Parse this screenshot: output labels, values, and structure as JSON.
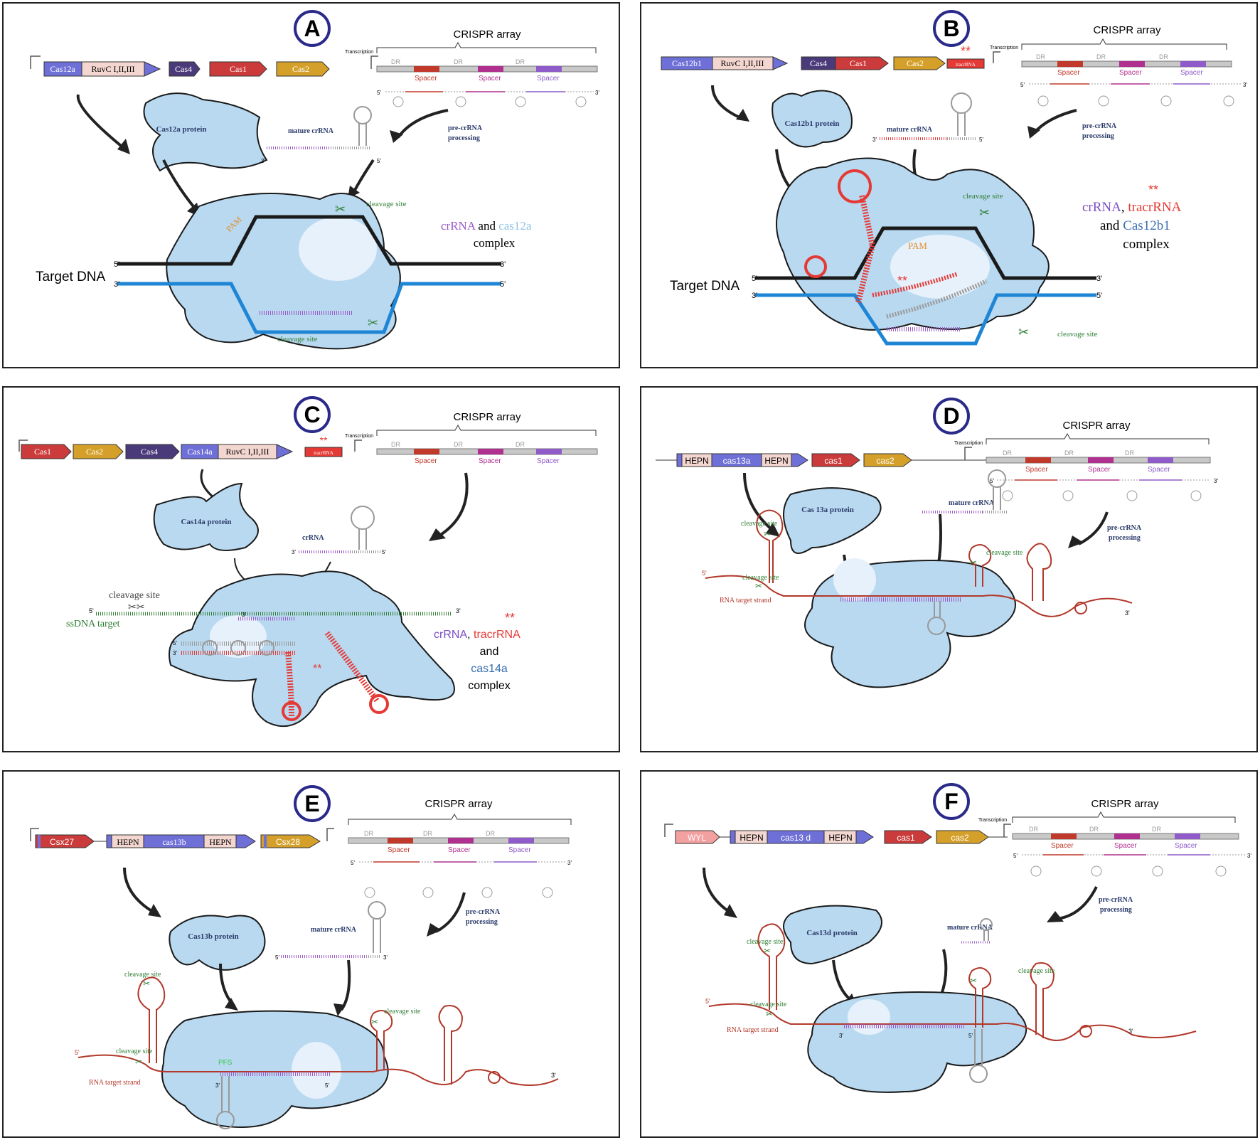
{
  "common": {
    "crispr_array": "CRISPR array",
    "transcription": "Transcription",
    "dr": "DR",
    "spacer": "Spacer",
    "pre_crrna": "pre-crRNA",
    "processing": "processing",
    "mature_crrna": "mature crRNA",
    "crrna": "crRNA",
    "cleavage_site": "cleavage site",
    "target_dna": "Target DNA",
    "rna_target_strand": "RNA target strand",
    "five_prime": "5'",
    "three_prime": "3'",
    "complex": "complex",
    "and": "and",
    "stars": "**",
    "tracrrna_label": "tracrRNA"
  },
  "panels": {
    "A": {
      "letter": "A",
      "genes": [
        "Cas12a",
        "RuvC I,II,III",
        "Cas4",
        "Cas1",
        "Cas2"
      ],
      "protein": "Cas12a protein",
      "pam": "PAM",
      "complex_line1_a": "crRNA",
      "complex_line1_b": " and ",
      "complex_line1_c": "cas12a"
    },
    "B": {
      "letter": "B",
      "genes": [
        "Cas12b1",
        "RuvC I,II,III",
        "Cas4",
        "Cas1",
        "Cas2"
      ],
      "protein": "Cas12b1 protein",
      "pam": "PAM",
      "complex_line1_a": "crRNA",
      "complex_line1_b": ", ",
      "complex_line1_c": "tracrRNA",
      "complex_line2_b": "Cas12b1"
    },
    "C": {
      "letter": "C",
      "genes": [
        "Cas1",
        "Cas2",
        "Cas4",
        "Cas14a",
        "RuvC I,II,III"
      ],
      "protein": "Cas14a protein",
      "ssdna": "ssDNA target",
      "complex_line1_a": "crRNA",
      "complex_line1_b": ", ",
      "complex_line1_c": "tracrRNA",
      "complex_line3": "cas14a"
    },
    "D": {
      "letter": "D",
      "genes": [
        "HEPN",
        "cas13a",
        "HEPN",
        "cas1",
        "cas2"
      ],
      "protein": "Cas 13a protein"
    },
    "E": {
      "letter": "E",
      "genes": [
        "Csx27",
        "HEPN",
        "cas13b",
        "HEPN",
        "Csx28"
      ],
      "protein": "Cas13b protein",
      "pfs": "PFS"
    },
    "F": {
      "letter": "F",
      "genes": [
        "WYL",
        "HEPN",
        "cas13 d",
        "HEPN",
        "cas1",
        "cas2"
      ],
      "protein": "Cas13d protein"
    }
  },
  "colors": {
    "protein_blue": "#b9d9f0",
    "dna_black": "#1a1a1a",
    "dna_blue": "#1f86d6",
    "crrna_purple": "#9b59c7",
    "tracr_red": "#e53935",
    "spacer_red": "#c0392b",
    "spacer_magenta": "#b0308f",
    "spacer_violet": "#8e5bc8",
    "scissors_green": "#2e7d32",
    "rna_target": "#b2382a"
  }
}
